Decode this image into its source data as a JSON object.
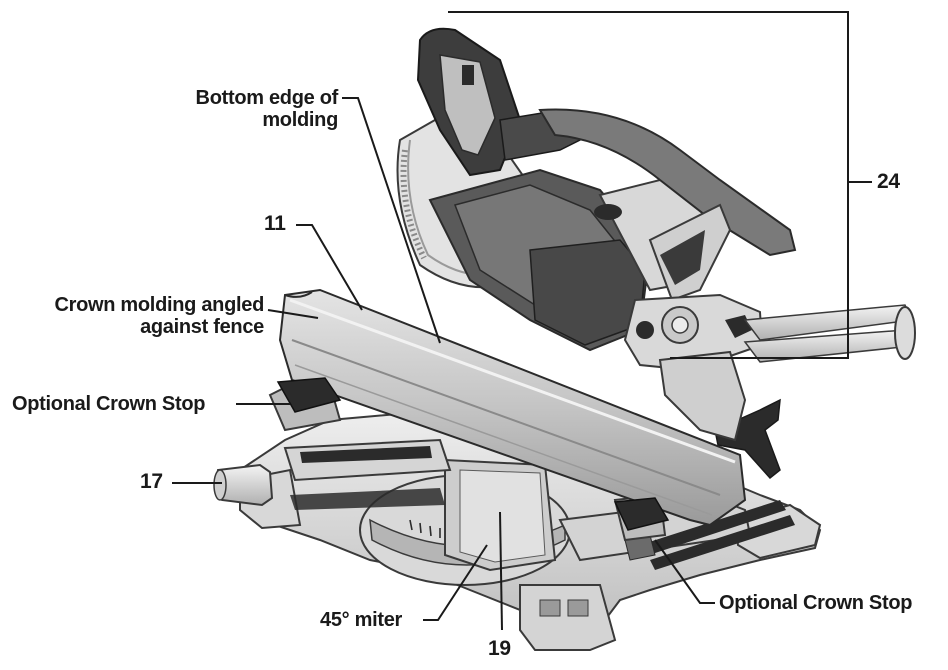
{
  "labels": {
    "bottom_edge_line1": "Bottom edge of",
    "bottom_edge_line2": "molding",
    "num_24": "24",
    "num_11": "11",
    "crown_angled_line1": "Crown molding angled",
    "crown_angled_line2": "against fence",
    "crown_stop_left": "Optional Crown Stop",
    "num_17": "17",
    "miter_45": "45° miter",
    "num_19": "19",
    "crown_stop_right": "Optional Crown Stop"
  },
  "colors": {
    "body": "#cfcfcf",
    "body_light": "#e6e6e6",
    "body_dark": "#8e8e8e",
    "black_parts": "#2b2b2b",
    "outline": "#3a3a3a",
    "leader": "#1a1a1a"
  }
}
